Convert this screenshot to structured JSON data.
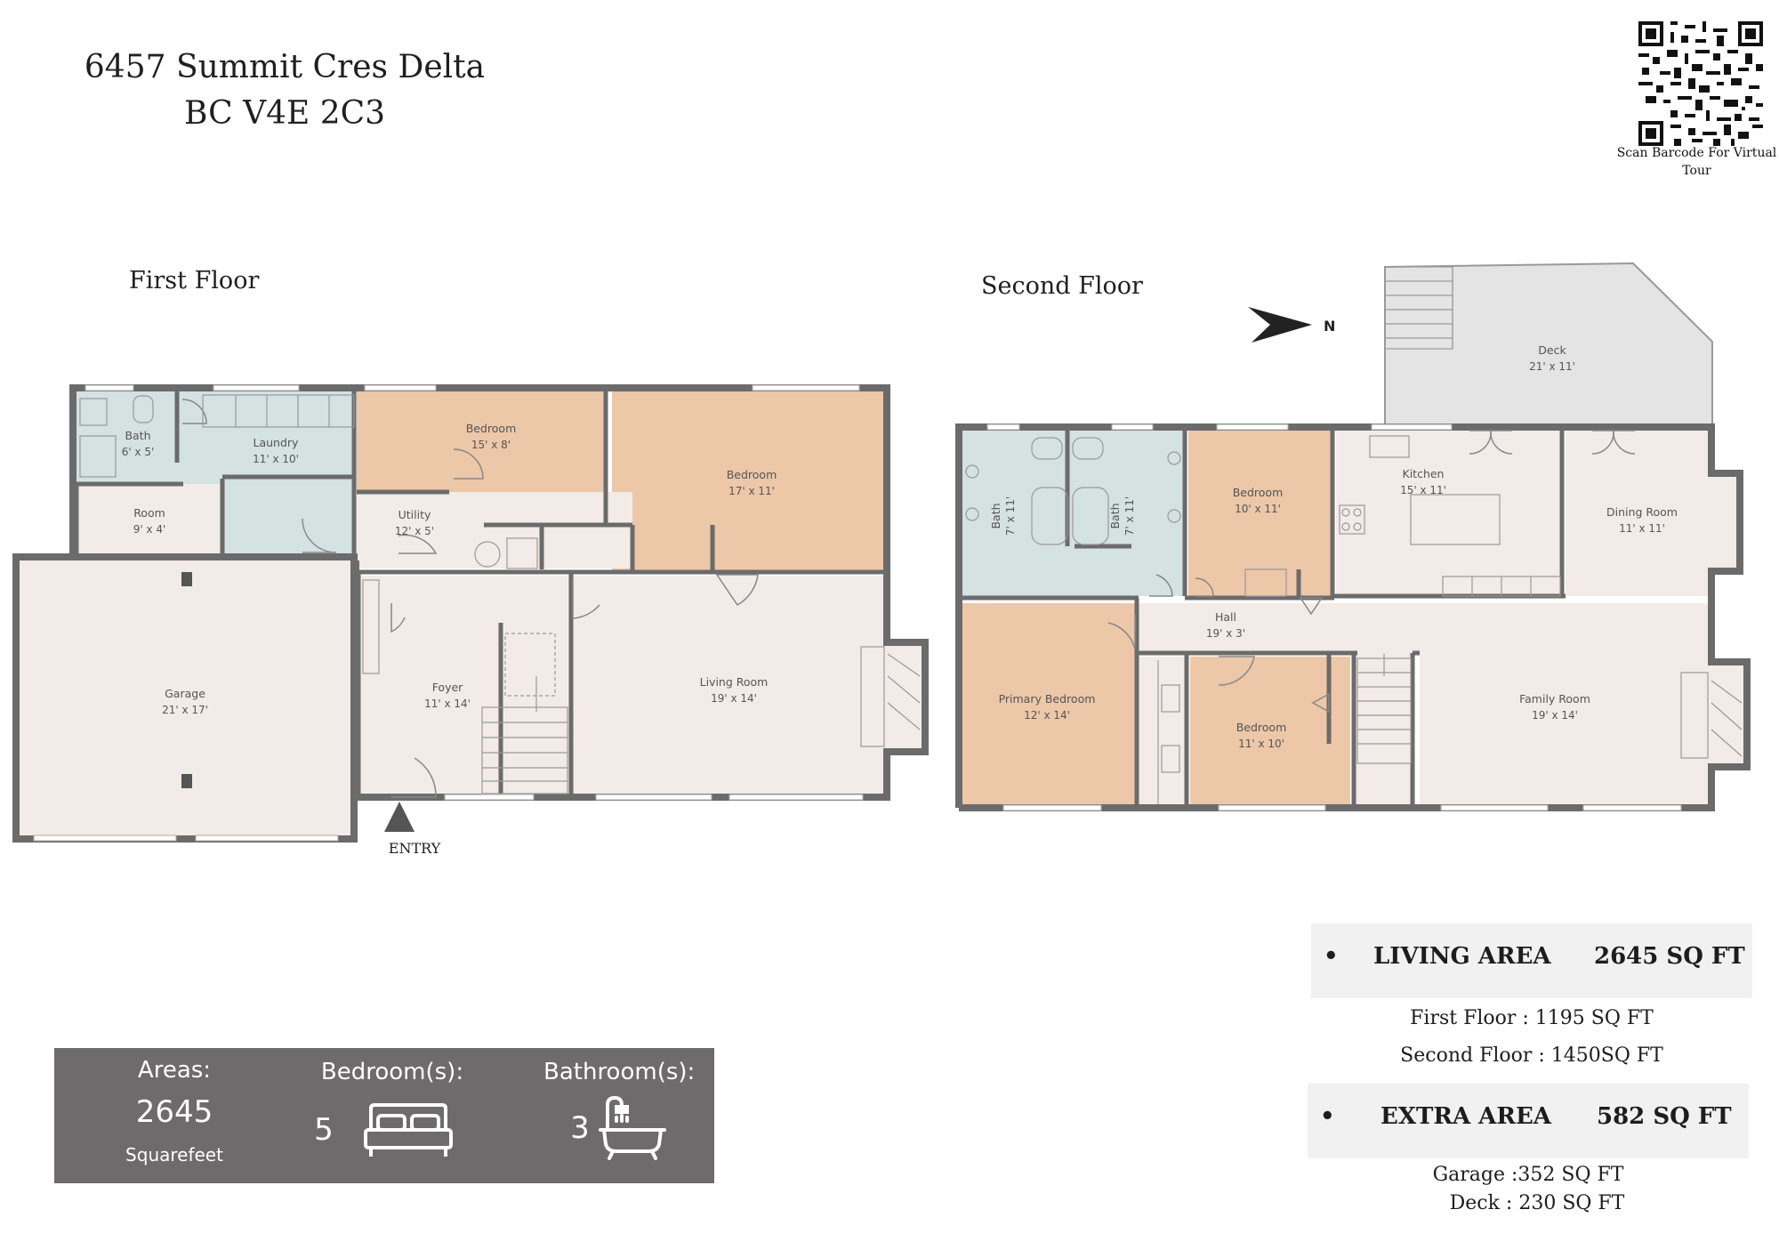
{
  "header": {
    "address_line1": "6457 Summit Cres Delta",
    "address_line2": "BC V4E 2C3",
    "qr_caption_line1": "Scan Barcode For Virtual",
    "qr_caption_line2": "Tour"
  },
  "first_floor": {
    "title": "First Floor",
    "entry_label": "ENTRY",
    "rooms": {
      "bath": {
        "name": "Bath",
        "dim": "6' x 5'"
      },
      "laundry": {
        "name": "Laundry",
        "dim": "11' x 10'"
      },
      "bedroom_small": {
        "name": "Bedroom",
        "dim": "15' x 8'"
      },
      "bedroom_large": {
        "name": "Bedroom",
        "dim": "17' x 11'"
      },
      "room": {
        "name": "Room",
        "dim": "9' x 4'"
      },
      "utility": {
        "name": "Utility",
        "dim": "12' x 5'"
      },
      "garage": {
        "name": "Garage",
        "dim": "21' x 17'"
      },
      "foyer": {
        "name": "Foyer",
        "dim": "11' x 14'"
      },
      "living": {
        "name": "Living Room",
        "dim": "19' x 14'"
      }
    }
  },
  "second_floor": {
    "title": "Second Floor",
    "compass_label": "N",
    "rooms": {
      "deck": {
        "name": "Deck",
        "dim": "21' x 11'"
      },
      "bath1": {
        "name": "Bath",
        "dim": "7' x 11'"
      },
      "bath2": {
        "name": "Bath",
        "dim": "7' x 11'"
      },
      "bedroom_top": {
        "name": "Bedroom",
        "dim": "10' x 11'"
      },
      "kitchen": {
        "name": "Kitchen",
        "dim": "15' x 11'"
      },
      "dining": {
        "name": "Dining Room",
        "dim": "11' x 11'"
      },
      "hall": {
        "name": "Hall",
        "dim": "19' x 3'"
      },
      "primary": {
        "name": "Primary Bedroom",
        "dim": "12' x 14'"
      },
      "bedroom_bottom": {
        "name": "Bedroom",
        "dim": "11' x 10'"
      },
      "family": {
        "name": "Family Room",
        "dim": "19' x 14'"
      }
    }
  },
  "stats": {
    "areas_label": "Areas:",
    "areas_value": "2645",
    "areas_unit": "Squarefeet",
    "bedrooms_label": "Bedroom(s):",
    "bedrooms_value": "5",
    "bathrooms_label": "Bathroom(s):",
    "bathrooms_value": "3",
    "bed_icon": "bed-icon",
    "bath_icon": "bathtub-icon"
  },
  "areas": {
    "bullet": "•",
    "living_label": "LIVING AREA",
    "living_value": "2645 SQ FT",
    "first_floor_line": "First Floor : 1195  SQ FT",
    "second_floor_line": "Second Floor : 1450SQ FT",
    "extra_label": "EXTRA AREA",
    "extra_value": "582 SQ FT",
    "garage_line": "Garage :352 SQ FT",
    "deck_line": "Deck : 230 SQ FT"
  },
  "colors": {
    "wall": "#6b6b6b",
    "bedroom": "#ecc7a8",
    "bath": "#d4e2e1",
    "floor": "#f3ebe7",
    "deck": "#e4e4e4",
    "stats_bg": "#6d6b6b"
  }
}
